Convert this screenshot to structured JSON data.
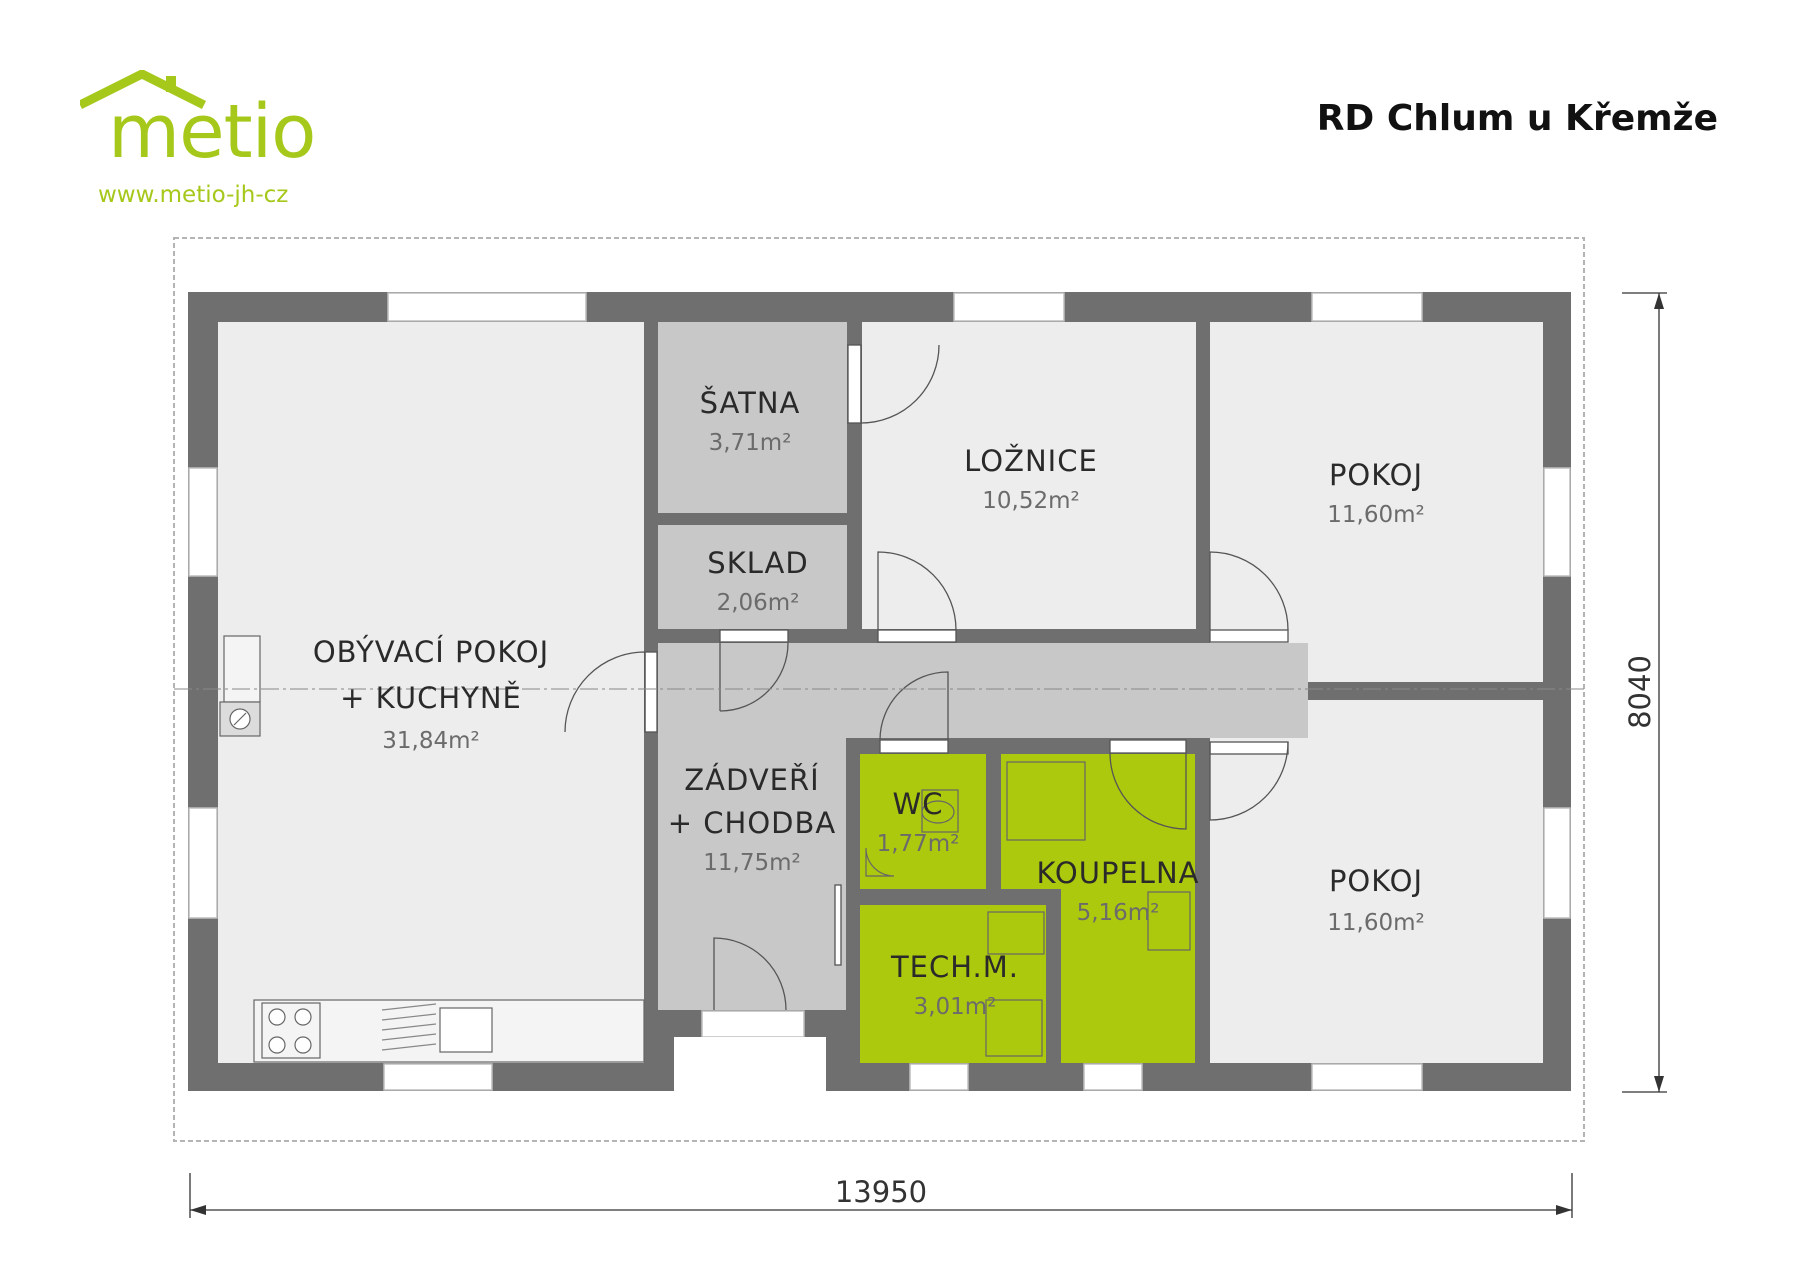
{
  "brand": {
    "logo": "metio",
    "url": "www.metio-jh-cz",
    "color": "#a6c81b"
  },
  "title": "RD Chlum u Křemže",
  "colors": {
    "wall": "#6f6f70",
    "room": "#ededed",
    "corridor": "#c8c8c8",
    "storage": "#c8c8c8",
    "wet": "#adc90e"
  },
  "rooms": [
    {
      "id": "obyvaci",
      "name": [
        "OBÝVACÍ POKOJ",
        "+ KUCHYNĚ"
      ],
      "area": "31,84m²"
    },
    {
      "id": "satna",
      "name": [
        "ŠATNA"
      ],
      "area": "3,71m²"
    },
    {
      "id": "sklad",
      "name": [
        "SKLAD"
      ],
      "area": "2,06m²"
    },
    {
      "id": "loznice",
      "name": [
        "LOŽNICE"
      ],
      "area": "10,52m²"
    },
    {
      "id": "pokoj1",
      "name": [
        "POKOJ"
      ],
      "area": "11,60m²"
    },
    {
      "id": "pokoj2",
      "name": [
        "POKOJ"
      ],
      "area": "11,60m²"
    },
    {
      "id": "zadveri",
      "name": [
        "ZÁDVEŘÍ",
        "+ CHODBA"
      ],
      "area": "11,75m²"
    },
    {
      "id": "wc",
      "name": [
        "WC"
      ],
      "area": "1,77m²"
    },
    {
      "id": "koupelna",
      "name": [
        "KOUPELNA"
      ],
      "area": "5,16m²"
    },
    {
      "id": "tech",
      "name": [
        "TECH.M."
      ],
      "area": "3,01m²"
    }
  ],
  "dimensions": {
    "width": "13950",
    "depth": "8040"
  }
}
